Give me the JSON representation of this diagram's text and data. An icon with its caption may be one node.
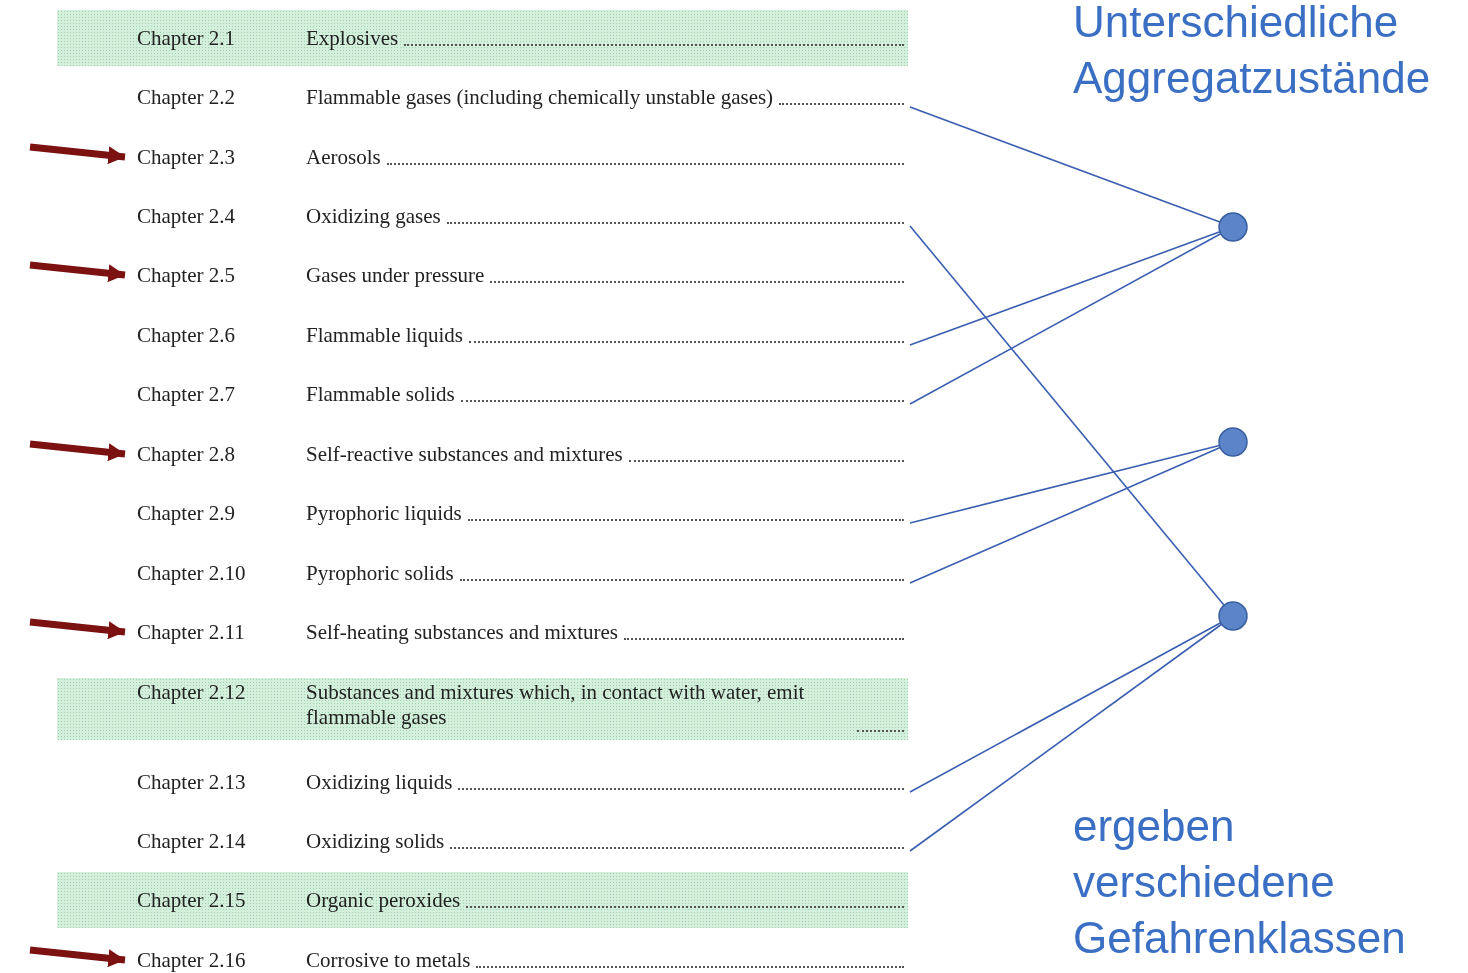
{
  "diagram": {
    "nodes": [
      {
        "text": [
          "Chapter 2.1",
          "Explosives"
        ]
      },
      {
        "text": [
          "Chapter 2.2",
          "Flammable gases (including chemically unstable gases)"
        ]
      },
      {
        "text": [
          "Chapter 2.3",
          "Aerosols"
        ]
      },
      {
        "text": [
          "Chapter 2.4",
          "Oxidizing gases"
        ]
      },
      {
        "text": [
          "Chapter 2.5",
          "Gases under pressure"
        ]
      },
      {
        "text": [
          "Chapter 2.6",
          "Flammable liquids"
        ]
      },
      {
        "text": [
          "Chapter 2.7",
          "Flammable solids"
        ]
      },
      {
        "text": [
          "Chapter 2.8",
          "Self-reactive substances and mixtures"
        ]
      },
      {
        "text": [
          "Chapter 2.9",
          "Pyrophoric liquids"
        ]
      },
      {
        "text": [
          "Chapter 2.10",
          "Pyrophoric solids"
        ]
      },
      {
        "text": [
          "Chapter 2.11",
          "Self-heating substances and mixtures"
        ]
      },
      {
        "text": [
          "Chapter 2.12",
          "Substances and mixtures which, in contact with water, emit flammable gases"
        ]
      },
      {
        "text": [
          "Chapter 2.13",
          "Oxidizing liquids"
        ]
      },
      {
        "text": [
          "Chapter 2.14",
          "Oxidizing solids"
        ]
      },
      {
        "text": [
          "Chapter 2.15",
          "Organic peroxides"
        ]
      },
      {
        "text": [
          "Chapter 2.16",
          "Corrosive to metals"
        ]
      },
      {
        "text": [],
        "shape": "circle"
      },
      {
        "text": [],
        "shape": "circle"
      },
      {
        "text": [],
        "shape": "circle"
      }
    ],
    "edges": [
      {
        "from": 1,
        "to": 16,
        "arrow": "none"
      },
      {
        "from": 3,
        "to": 18,
        "arrow": "none"
      },
      {
        "from": 5,
        "to": 16,
        "arrow": "none"
      },
      {
        "from": 6,
        "to": 16,
        "arrow": "none"
      },
      {
        "from": 8,
        "to": 17,
        "arrow": "none"
      },
      {
        "from": 9,
        "to": 17,
        "arrow": "none"
      },
      {
        "from": 12,
        "to": 18,
        "arrow": "none"
      },
      {
        "from": 13,
        "to": 18,
        "arrow": "none"
      },
      {
        "from": null,
        "to": 2,
        "arrow": "to",
        "style": "thick",
        "color": "#7b1111"
      },
      {
        "from": null,
        "to": 4,
        "arrow": "to",
        "style": "thick",
        "color": "#7b1111"
      },
      {
        "from": null,
        "to": 7,
        "arrow": "to",
        "style": "thick",
        "color": "#7b1111"
      },
      {
        "from": null,
        "to": 10,
        "arrow": "to",
        "style": "thick",
        "color": "#7b1111"
      },
      {
        "from": null,
        "to": 15,
        "arrow": "to",
        "style": "thick",
        "color": "#7b1111"
      }
    ],
    "labels": [
      "Unterschiedliche Aggregatzustände",
      "ergeben verschiedene Gefahrenklassen"
    ]
  }
}
